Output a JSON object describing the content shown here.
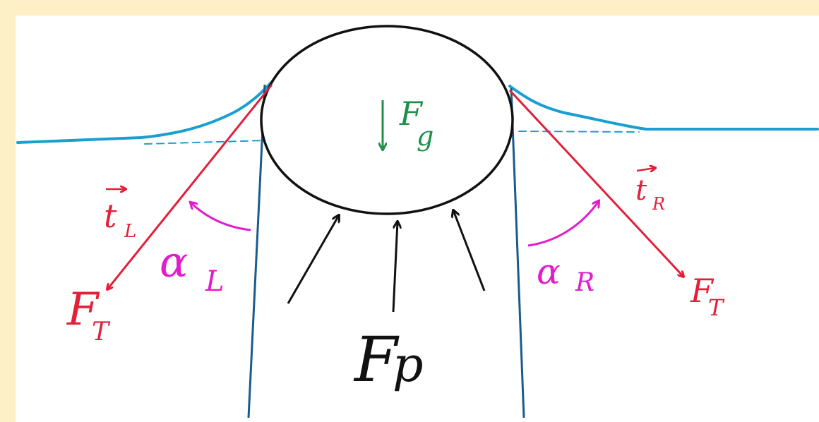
{
  "colors": {
    "border": "#fdefc6",
    "water": "#199fd0",
    "tube": "#1b5a8c",
    "tension": "#e2203a",
    "angle": "#e21ccc",
    "gravity": "#1f8f4a",
    "pressure": "#111111",
    "drop": "#111111"
  },
  "labels": {
    "t_left": "t",
    "t_left_sub": "L",
    "t_right": "t",
    "t_right_sub": "R",
    "alpha_left": "α",
    "alpha_left_sub": "L",
    "alpha_right": "α",
    "alpha_right_sub": "R",
    "ft_left": "F",
    "ft_left_sub": "T",
    "ft_right": "F",
    "ft_right_sub": "T",
    "fg": "F",
    "fg_sub": "g",
    "fp": "F",
    "fp_sub": "p"
  }
}
